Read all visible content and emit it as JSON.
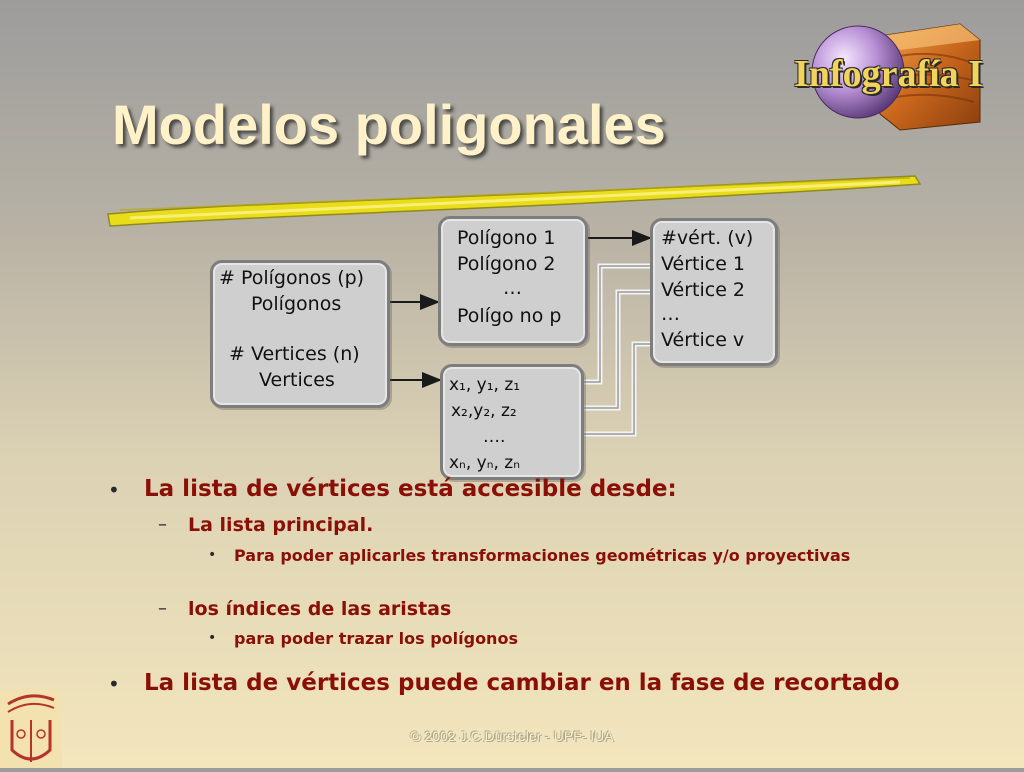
{
  "slide": {
    "title": "Modelos poligonales",
    "logo_text": "Infografía I",
    "footer": "© 2002 J.C.Dürsteler - UPF- IUA"
  },
  "diagram": {
    "main_box": [
      "# Polígonos (p)",
      "Polígonos",
      "# Vertices (n)",
      "Vertices"
    ],
    "polygon_box": [
      "Polígono 1",
      "Polígono 2",
      "…",
      "Polígo no p"
    ],
    "vertex_box": [
      "#vért. (v)",
      "Vértice 1",
      "Vértice 2",
      "…",
      "Vértice v"
    ],
    "coord_box": [
      "x₁, y₁, z₁",
      "x₂,y₂, z₂",
      "….",
      "xₙ, yₙ, zₙ"
    ]
  },
  "bullets": [
    {
      "level": 1,
      "text": "La lista de vértices está accesible desde:"
    },
    {
      "level": 2,
      "text": "La lista principal."
    },
    {
      "level": 3,
      "text": "Para poder aplicarles transformaciones geométricas y/o proyectivas"
    },
    {
      "level": 2,
      "text": "los índices de las aristas"
    },
    {
      "level": 3,
      "text": "para poder trazar los polígonos"
    },
    {
      "level": 1,
      "text": "La lista de vértices puede cambiar en la fase de recortado"
    }
  ],
  "markers": {
    "level1": "•",
    "level2": "–",
    "level3": "•"
  },
  "colors": {
    "bullet_text": "#8a0f06",
    "title": "#fff1c8",
    "highlighter": "#e9dd1a"
  }
}
